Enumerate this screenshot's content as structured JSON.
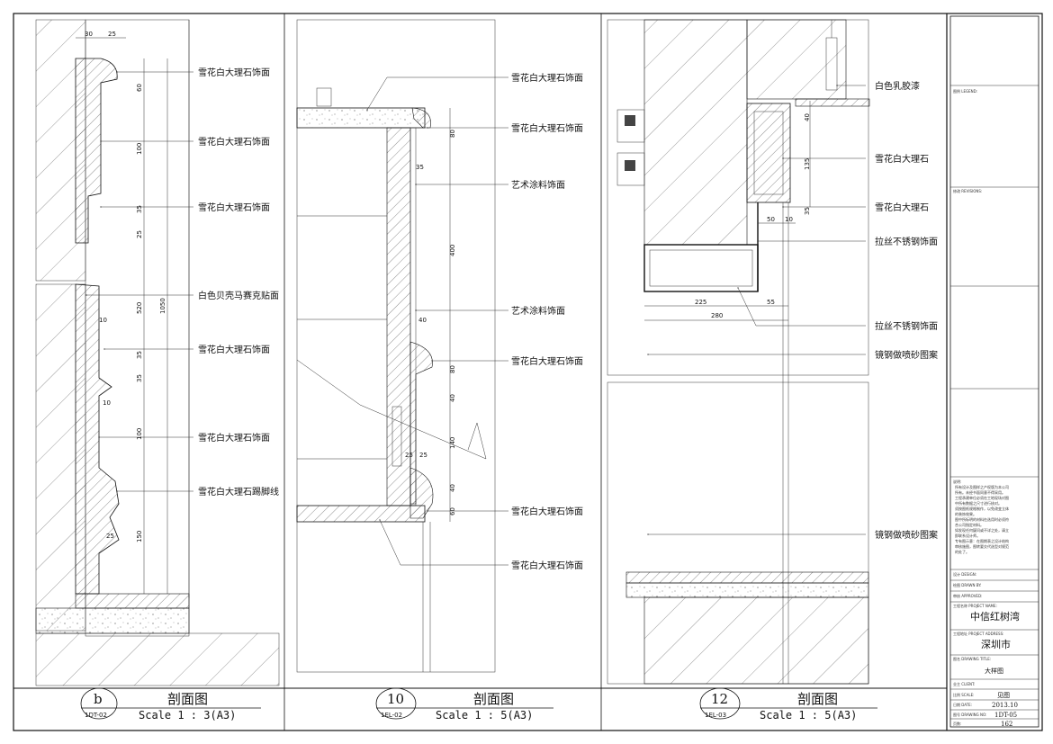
{
  "panels": [
    {
      "id": "b",
      "callout_letter": "b",
      "callout_ref": "1DT-02",
      "title": "剖面图",
      "scale": "Scale 1 : 3(A3)",
      "labels": [
        "雪花白大理石饰面",
        "雪花白大理石饰面",
        "雪花白大理石饰面",
        "白色贝壳马赛克贴面",
        "雪花白大理石饰面",
        "雪花白大理石饰面",
        "雪花白大理石踢脚线"
      ],
      "dims_top": [
        "30",
        "25"
      ],
      "dims": [
        "60",
        "100",
        "35",
        "25",
        "520",
        "35",
        "35",
        "100",
        "150",
        "1050",
        "10",
        "10",
        "25"
      ]
    },
    {
      "id": "10",
      "callout_letter": "10",
      "callout_ref": "1EL-02",
      "title": "剖面图",
      "scale": "Scale 1 : 5(A3)",
      "labels": [
        "雪花白大理石饰面",
        "雪花白大理石饰面",
        "艺术涂料饰面",
        "艺术涂料饰面",
        "雪花白大理石饰面",
        "雪花白大理石饰面",
        "雪花白大理石饰面"
      ],
      "dims": [
        "80",
        "35",
        "400",
        "40",
        "80",
        "40",
        "140",
        "40",
        "60",
        "25",
        "25"
      ]
    },
    {
      "id": "12",
      "callout_letter": "12",
      "callout_ref": "1EL-03",
      "title": "剖面图",
      "scale": "Scale 1 : 5(A3)",
      "labels": [
        "白色乳胶漆",
        "雪花白大理石",
        "雪花白大理石",
        "拉丝不锈钢饰面",
        "拉丝不锈钢饰面",
        "镜钢做喷砂图案",
        "镜钢做喷砂图案"
      ],
      "dims": [
        "40",
        "135",
        "35",
        "50",
        "10",
        "225",
        "55",
        "280"
      ]
    }
  ],
  "title_block": {
    "legend_label": "图例 LEGEND:",
    "revisions_label": "修改 REVISIONS:",
    "notes_label": "说明:",
    "notes": [
      "所有设计及图样之产权版为本公司",
      "所有。未经书面同意不得采用。",
      "工程承建单位必须在工地现场对图",
      "中所有数据之尺寸进行核对。",
      "须按图纸规格制作，以免改变立体",
      "的装饰效果。",
      "图中所标明的材料在选用时必须符",
      "合公司指定材料。",
      "如发现任何疑问或不详之处，请立",
      "即联系设计师。",
      "专有图示意：在图期表之设计结构",
      "审核施图，图转要交代选型对规范",
      "的处了。"
    ],
    "design_label": "设计 DESIGN:",
    "drawn_label": "绘图 DRAWN BY:",
    "approved_label": "审核 APPROVED:",
    "project_name_label": "工程名称 PROJECT NAME:",
    "project_name": "中信红树湾",
    "project_address_label": "工程地址 PROJECT ADDRESS:",
    "project_address": "深圳市",
    "drawing_title_label": "图名 DRAWING TITLE:",
    "drawing_title": "大样图",
    "client_label": "业主 CLIENT:",
    "scale_label": "比例 SCALE:",
    "scale_value": "见图",
    "date_label": "日期 DATE:",
    "date_value": "2013.10",
    "drawing_no_label": "图号 DRAWING NO:",
    "drawing_no": "1DT-05",
    "page_label": "页数:",
    "page_value": "162"
  }
}
